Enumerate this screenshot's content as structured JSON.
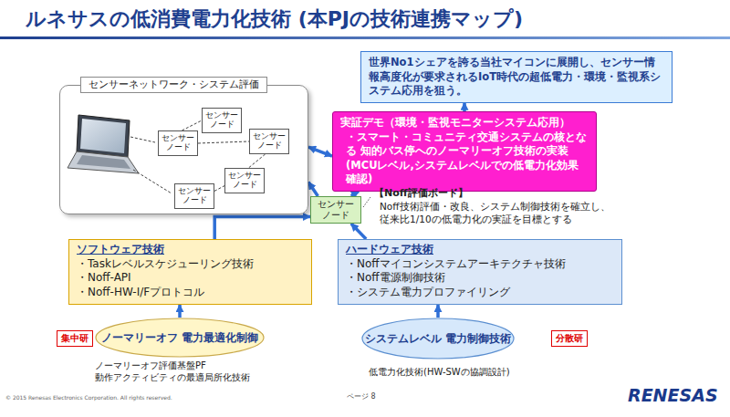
{
  "diagram": {
    "title": "ルネサスの低消費電力化技術 (本PJの技術連携マップ)",
    "nodes": [
      {
        "text": [
          "世界No1シェアを誇る当社マイコンに展開し、センサー情報高度化が要求されるIoT時代の超低電力・環境・監視系システム応用を狙う。"
        ]
      },
      {
        "text": [
          "センサーネットワーク・システム評価"
        ]
      },
      {
        "text": [
          "センサー ノード"
        ],
        "in": 1
      },
      {
        "text": [
          "センサー ノード"
        ],
        "in": 1
      },
      {
        "text": [
          "センサー ノード"
        ],
        "in": 1
      },
      {
        "text": [
          "センサー ノード"
        ],
        "in": 1
      },
      {
        "text": [
          "センサー ノード"
        ],
        "in": 1
      },
      {
        "text": [
          "実証デモ（環境・監視モニターシステム応用）",
          "・スマート・コミュニティ交通システムの核となる 知的バス停へのノーマリーオフ技術の実装",
          "(MCUレベル,システムレベルでの低電力化効果確認)"
        ]
      },
      {
        "text": [
          "センサー ノード"
        ]
      },
      {
        "text": [
          "ソフトウェア技術",
          "・Taskレベルスケジューリング技術",
          "・Noff-API",
          "・Noff-HW-I/Fプロトコル"
        ]
      },
      {
        "text": [
          "ハードウェア技術",
          "・Noffマイコンシステムアーキテクチャ技術",
          "・Noff電源制御技術",
          "・システム電力プロファイリング"
        ]
      },
      {
        "text": [
          "集中研"
        ]
      },
      {
        "text": [
          "ノーマリーオフ 電力最適化制御"
        ]
      },
      {
        "text": [
          "システムレベル 電力制御技術"
        ]
      },
      {
        "text": [
          "分散研"
        ]
      }
    ],
    "edges": [
      {
        "from": 1,
        "to": 7,
        "arrow": "both"
      },
      {
        "from": 8,
        "to": 1,
        "arrow": "to"
      },
      {
        "from": 8,
        "to": 7,
        "arrow": "to"
      },
      {
        "from": 7,
        "to": 0,
        "arrow": "to"
      },
      {
        "from": 9,
        "to": 8,
        "arrow": "to"
      },
      {
        "from": 10,
        "to": 8,
        "arrow": "to"
      },
      {
        "from": 12,
        "to": 9,
        "arrow": "to"
      },
      {
        "from": 13,
        "to": 10,
        "arrow": "to"
      },
      {
        "from": 3,
        "to": 2,
        "arrow": "none"
      },
      {
        "from": 3,
        "to": 4,
        "arrow": "none"
      },
      {
        "from": 4,
        "to": 5,
        "arrow": "none"
      },
      {
        "from": 6,
        "to": 5,
        "arrow": "none"
      }
    ],
    "labels": [
      "【Noff評価ボード】",
      "Noff技術評価・改良、システム制御技術を確立し、従来比1/10の低電力化の実証を目標とする",
      "ノーマリーオフ評価基盤PF",
      "動作アクティビティの最適局所化技術",
      "低電力化技術(HW-SWの協調設計)",
      "© 2015 Renesas Electronics Corporation. All rights reserved.",
      "ページ 8",
      "RENESAS"
    ]
  }
}
